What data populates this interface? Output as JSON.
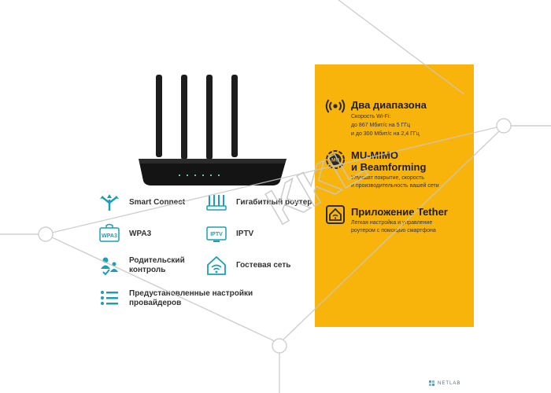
{
  "features": {
    "smart_connect": {
      "label": "Smart Connect",
      "icon": "smart-connect-icon"
    },
    "gigabit": {
      "label": "Гигабитный роутер",
      "icon": "gigabit-ports-icon"
    },
    "wpa3": {
      "label": "WPA3",
      "icon": "wpa3-icon",
      "icon_text": "WPA3"
    },
    "iptv": {
      "label": "IPTV",
      "icon": "iptv-icon",
      "icon_text": "IPTV"
    },
    "parental": {
      "line1": "Родительский",
      "line2": "контроль",
      "icon": "parental-control-icon"
    },
    "guest": {
      "label": "Гостевая сеть",
      "icon": "guest-network-icon"
    },
    "isp": {
      "line1": "Предустановленные настройки",
      "line2": "провайдеров",
      "icon": "isp-settings-icon"
    }
  },
  "panel": {
    "dual_band": {
      "title": "Два диапазона",
      "desc1": "Скорость Wi-Fi:",
      "desc2": "до 867 Мбит/с на 5 ГГц",
      "desc3": "и до 300 Мбит/с на 2,4 ГГц"
    },
    "mumimo": {
      "title1": "MU-MIMO",
      "title2": "и Beamforming",
      "icon_text": "MU",
      "desc1": "Улучшат покрытие, скорость",
      "desc2": "и производительность вашей сети"
    },
    "tether": {
      "title": "Приложение Tether",
      "desc1": "Легкая настройка и управление",
      "desc2": "роутером с помощью смартфона"
    }
  },
  "watermark_text": "KKL",
  "logo_text": "NETLAB",
  "colors": {
    "accent": "#1aa0b4",
    "panel": "#f9b40b",
    "dark_icon": "#2a2a2a"
  }
}
